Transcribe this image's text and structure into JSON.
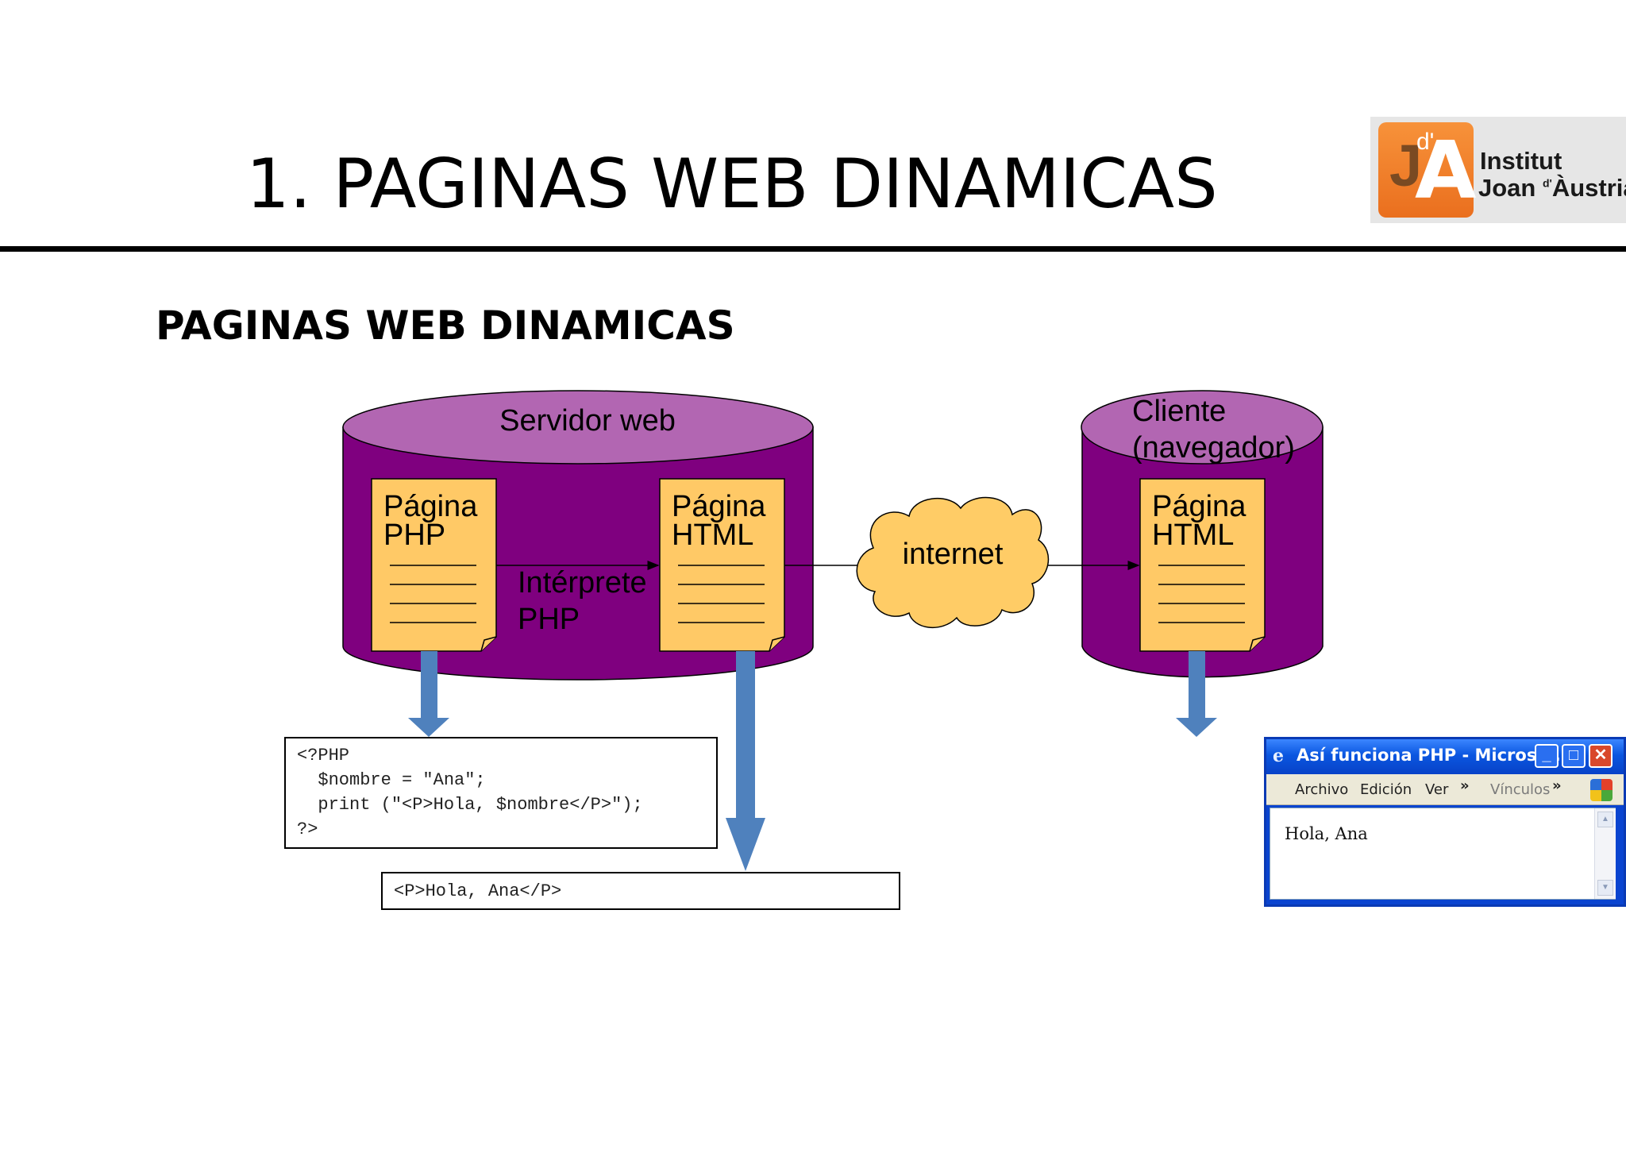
{
  "header": {
    "title": "1. PAGINAS WEB DINAMICAS",
    "subtitle": "PAGINAS WEB DINAMICAS"
  },
  "logo": {
    "mark_j": "J",
    "mark_d": "d'",
    "mark_a": "A",
    "line1": "Institut",
    "line2_a": "Joan ",
    "line2_sup": "d'",
    "line2_b": "Àustria"
  },
  "diagram": {
    "server_label": "Servidor web",
    "php_page_line1": "Página",
    "php_page_line2": "PHP",
    "interpreter_line1": "Intérprete",
    "interpreter_line2": "PHP",
    "html_page_line1": "Página",
    "html_page_line2": "HTML",
    "internet_label": "internet",
    "client_line1": "Cliente",
    "client_line2": "(navegador)",
    "client_page_line1": "Página",
    "client_page_line2": "HTML"
  },
  "code_php": [
    "<?PHP",
    "  $nombre = \"Ana\";",
    "  print (\"<P>Hola, $nombre</P>\");",
    "?>"
  ],
  "code_html": "<P>Hola, Ana</P>",
  "browser": {
    "title": "Así funciona PHP - Microso...",
    "min_btn": "_",
    "max_btn": "□",
    "close_btn": "✕",
    "menu": {
      "archivo": "Archivo",
      "edicion": "Edición",
      "ver": "Ver",
      "more": "»",
      "vinculos": "Vínculos"
    },
    "content": "Hola, Ana"
  },
  "colors": {
    "cylinder_body": "#7f007f",
    "cylinder_top": "#b266b2",
    "page_fill": "#ffc966",
    "arrow_blue": "#4f81bd",
    "cloud_fill": "#ffcc66"
  }
}
